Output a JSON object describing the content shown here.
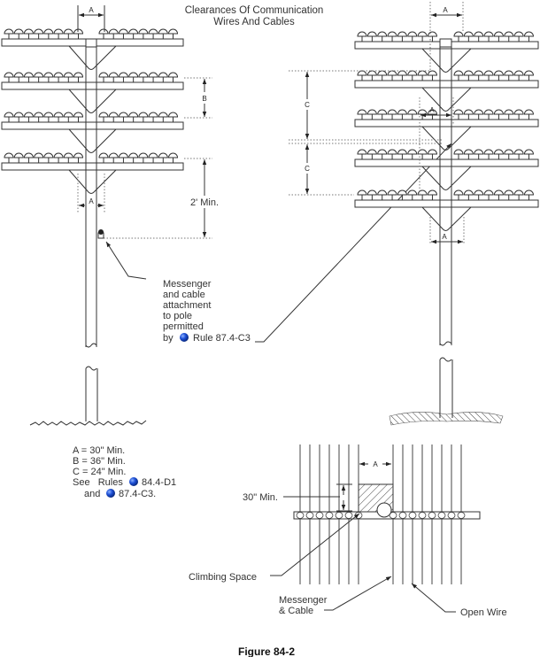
{
  "title": {
    "line1": "Clearances Of Communication",
    "line2": "Wires And Cables"
  },
  "left_pole": {
    "crossarm_count": 4,
    "insulators_per_side": 8,
    "dimension_labels": {
      "top": "A",
      "between_arms": "B",
      "lower": "A"
    },
    "two_ft_label": "2' Min.",
    "callout": [
      "Messenger",
      "and cable",
      "attachment",
      "to pole",
      "permitted"
    ],
    "callout_last_prefix": "by",
    "callout_rule": "Rule 87.4-C3"
  },
  "right_pole": {
    "crossarm_count": 5,
    "insulators_per_side": 8,
    "dimension_labels": {
      "top": "A",
      "upper_span": "C",
      "inner": "A",
      "lower_span": "C",
      "bottom": "A"
    }
  },
  "legend": {
    "lines": [
      "A = 30\" Min.",
      "B = 36\" Min.",
      "C = 24\" Min."
    ],
    "see_prefix": "See   Rules",
    "rule1": "84.4-D1",
    "and_prefix": "and",
    "rule2": "87.4-C3."
  },
  "plan_view": {
    "dimension_label": "A",
    "thirty_label": "30\" Min.",
    "climbing_space_label": "Climbing Space",
    "messenger_label": [
      "Messenger",
      "& Cable"
    ],
    "open_wire_label": "Open Wire"
  },
  "caption": "Figure 84-2",
  "colors": {
    "rule_bullet": "#1d4fd6",
    "line": "#333333"
  }
}
